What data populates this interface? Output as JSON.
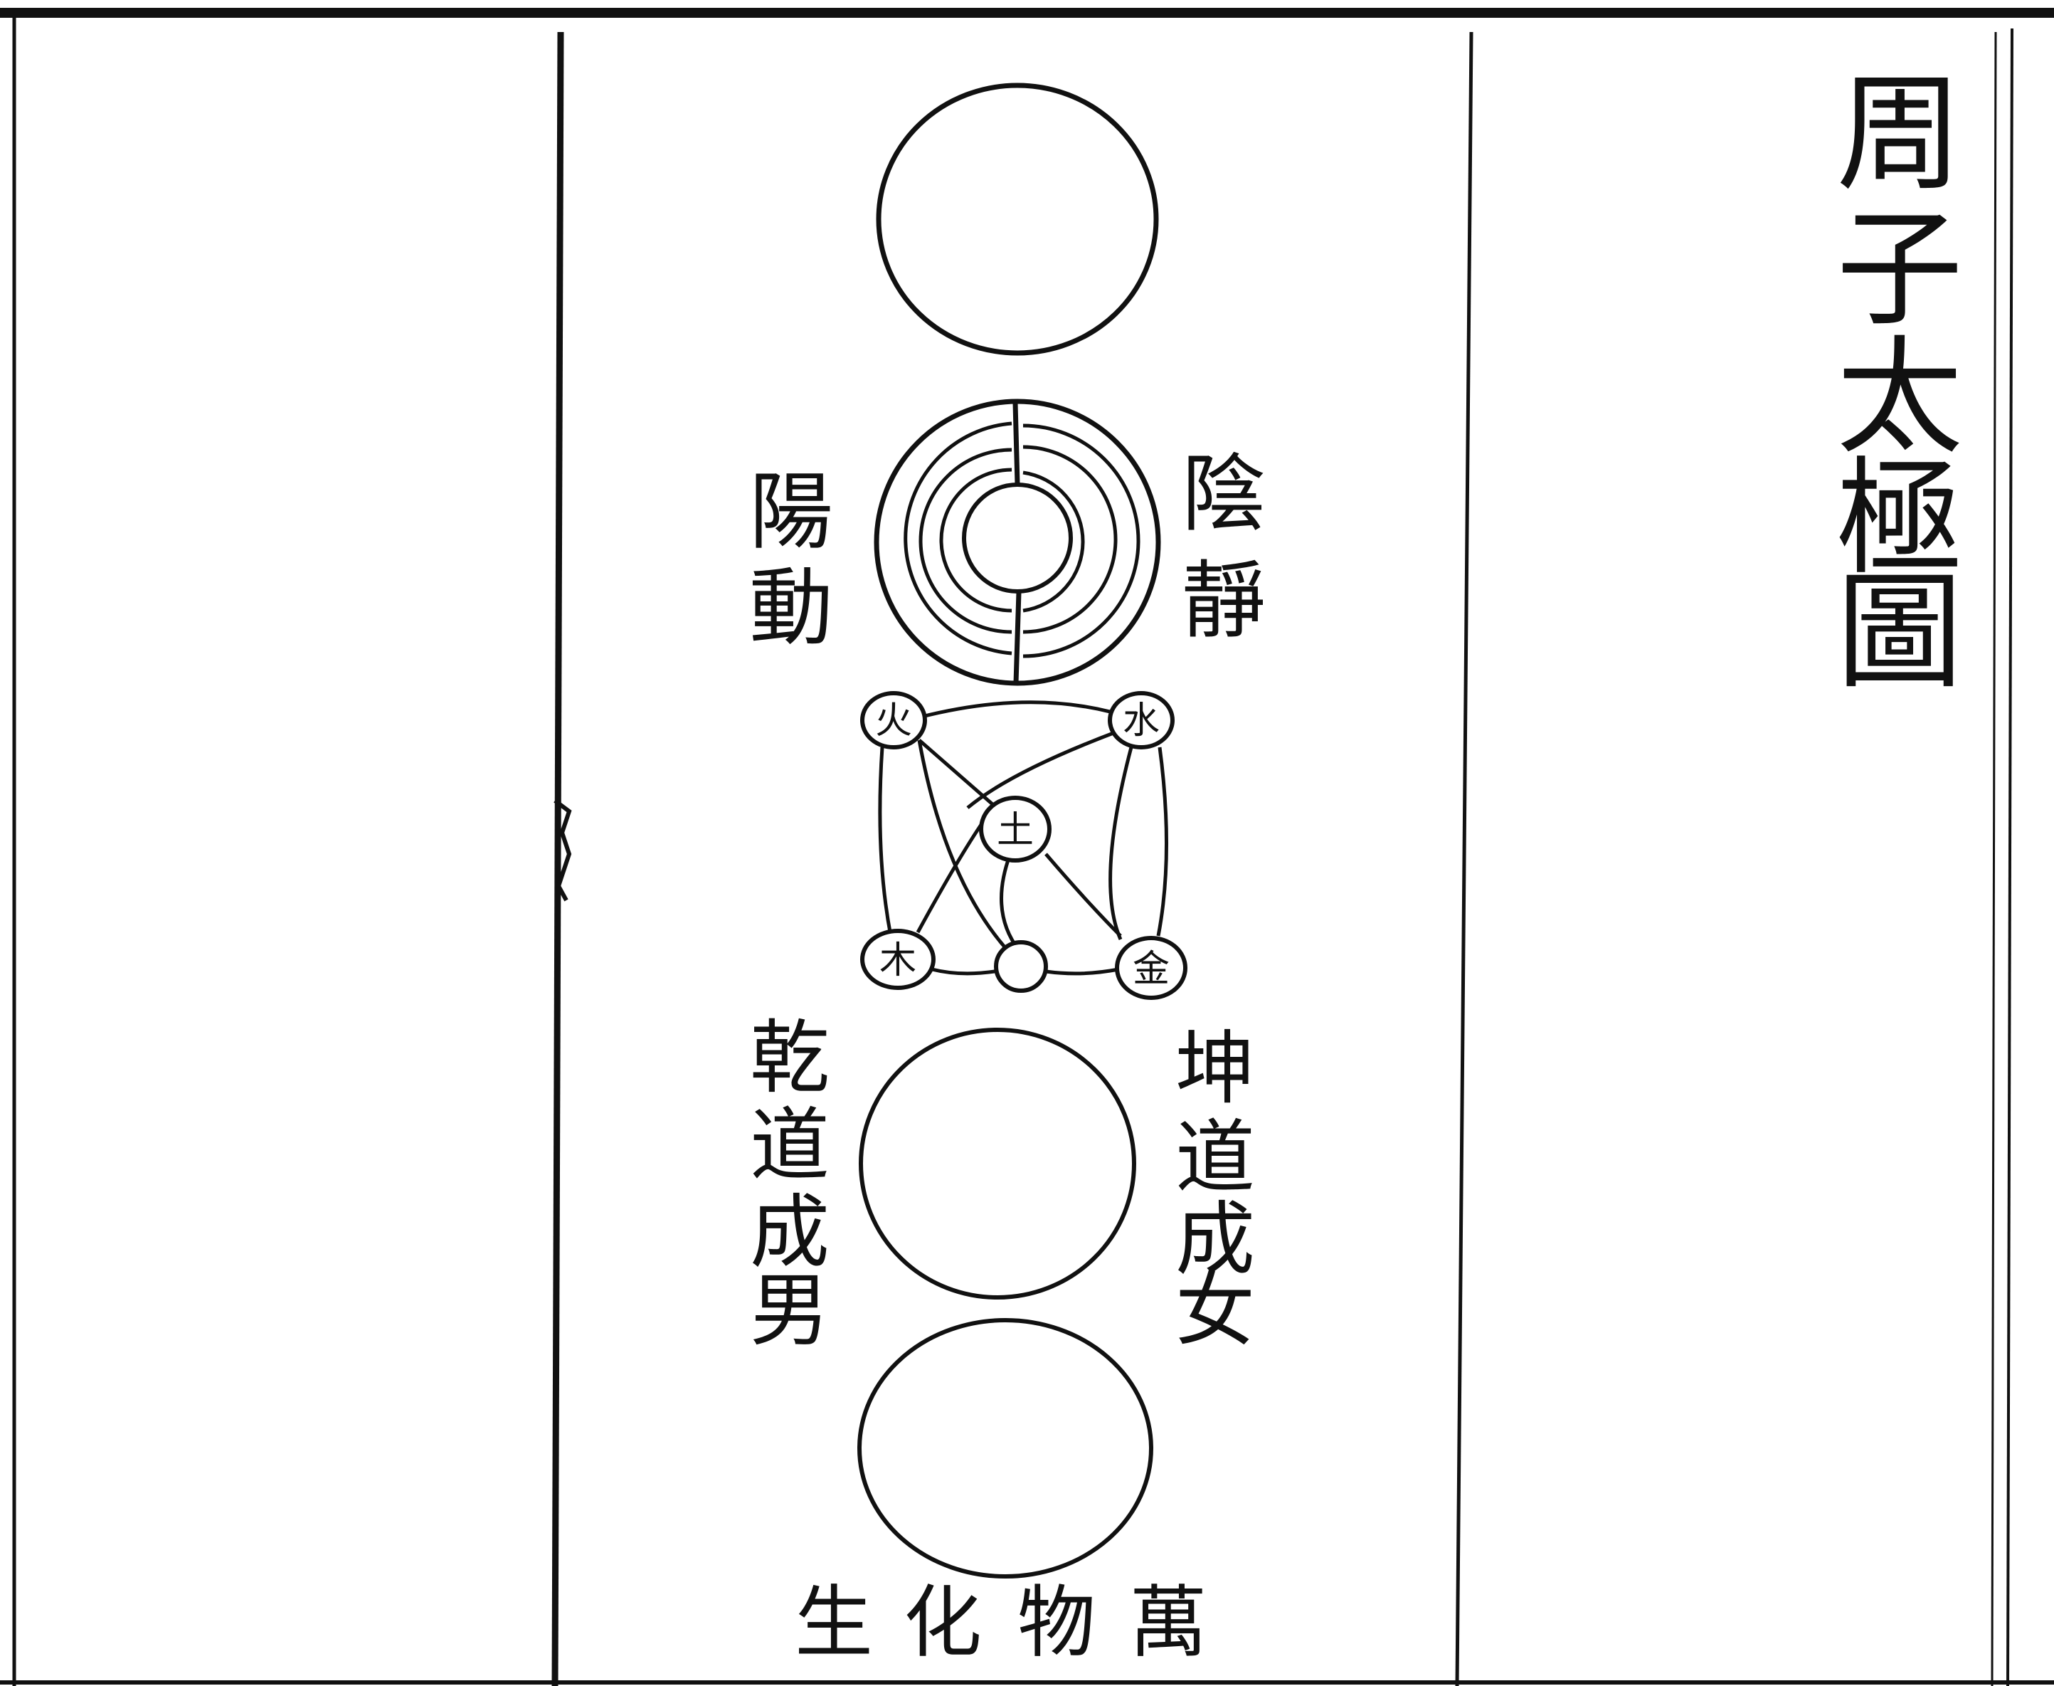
{
  "page": {
    "title": [
      "周",
      "子",
      "太",
      "極",
      "圖"
    ]
  },
  "diagram": {
    "labels": {
      "yang_dong": [
        "陽",
        "動"
      ],
      "yin_jing": [
        "陰",
        "靜"
      ],
      "qian_dao": [
        "乾",
        "道",
        "成",
        "男"
      ],
      "kun_dao": [
        "坤",
        "道",
        "成",
        "女"
      ],
      "wanwu": [
        "生",
        "化",
        "物",
        "萬"
      ]
    },
    "elements": {
      "fire": "火",
      "water": "水",
      "earth": "土",
      "wood": "木",
      "metal": "金"
    }
  },
  "colors": {
    "ink": "#111111",
    "paper": "#ffffff"
  }
}
